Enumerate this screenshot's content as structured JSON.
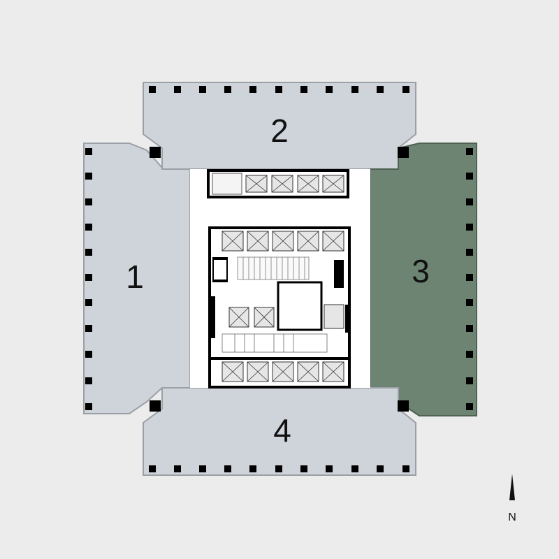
{
  "plan": {
    "zones": [
      {
        "id": "1",
        "label": "1",
        "selected": false
      },
      {
        "id": "2",
        "label": "2",
        "selected": false
      },
      {
        "id": "3",
        "label": "3",
        "selected": true
      },
      {
        "id": "4",
        "label": "4",
        "selected": false
      }
    ],
    "north_label": "N",
    "colors": {
      "background": "#ececec",
      "zone_fill": "#cfd4da",
      "zone_selected_fill": "#6e8472",
      "zone_stroke": "#9aa0a6",
      "column": "#000000",
      "core_fill": "#ffffff",
      "wall": "#000000"
    }
  }
}
